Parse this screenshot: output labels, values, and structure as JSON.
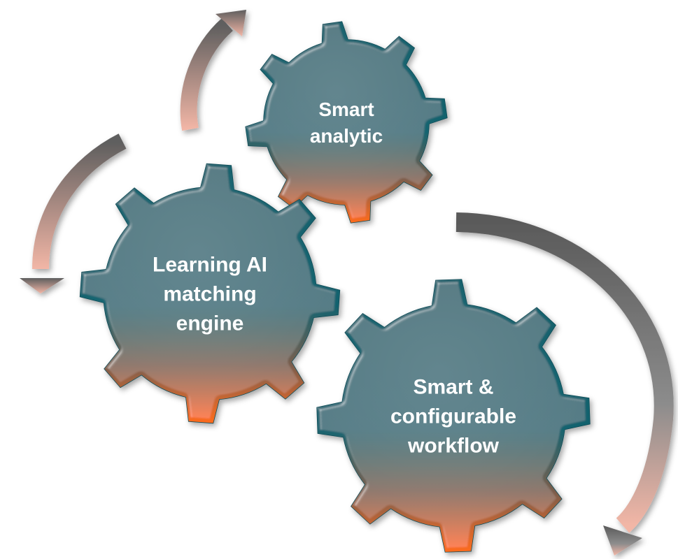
{
  "diagram": {
    "colors": {
      "gear_top": "#0c5a66",
      "gear_mid": "#0f5f6c",
      "gear_bottom": "#ff6a1a",
      "gear_edge": "#0a4a54",
      "arrow_dark": "#616161",
      "arrow_light": "#f0b4a4",
      "label": "#ffffff"
    },
    "gears": [
      {
        "id": "smart-analytic",
        "icon": "gear-icon",
        "label_lines": [
          "Smart",
          "analytic"
        ]
      },
      {
        "id": "learning-ai",
        "icon": "gear-icon",
        "label_lines": [
          "Learning AI",
          "matching",
          "engine"
        ]
      },
      {
        "id": "smart-workflow",
        "icon": "gear-icon",
        "label_lines": [
          "Smart &",
          "configurable",
          "workflow"
        ]
      }
    ],
    "arrows": [
      {
        "id": "arrow-to-smart-analytic",
        "icon": "curved-arrow-icon"
      },
      {
        "id": "arrow-to-learning-ai",
        "icon": "curved-arrow-icon"
      },
      {
        "id": "arrow-to-smart-workflow",
        "icon": "curved-arrow-icon"
      }
    ]
  }
}
